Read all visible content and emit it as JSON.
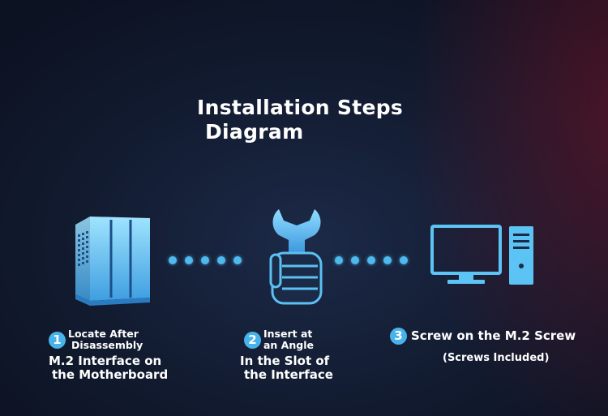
{
  "title": {
    "line1": "Installation Steps",
    "line2": "Diagram"
  },
  "steps": [
    {
      "number": "1",
      "small_line1": "Locate After",
      "small_line2": "Disassembly",
      "big_line1": "M.2 Interface on",
      "big_line2": "the Motherboard",
      "icon": "server-chassis-icon"
    },
    {
      "number": "2",
      "small_line1": "Insert at",
      "small_line2": "an Angle",
      "big_line1": "In the Slot of",
      "big_line2": "the Interface",
      "icon": "wrench-fist-icon"
    },
    {
      "number": "3",
      "big_line1": "Screw on the M.2 Screw",
      "small_line1": "(Screws Included)",
      "icon": "desktop-computer-icon"
    }
  ],
  "colors": {
    "accent": "#4fb9ee",
    "badge": "#48b3ea",
    "background": "#121b30"
  }
}
